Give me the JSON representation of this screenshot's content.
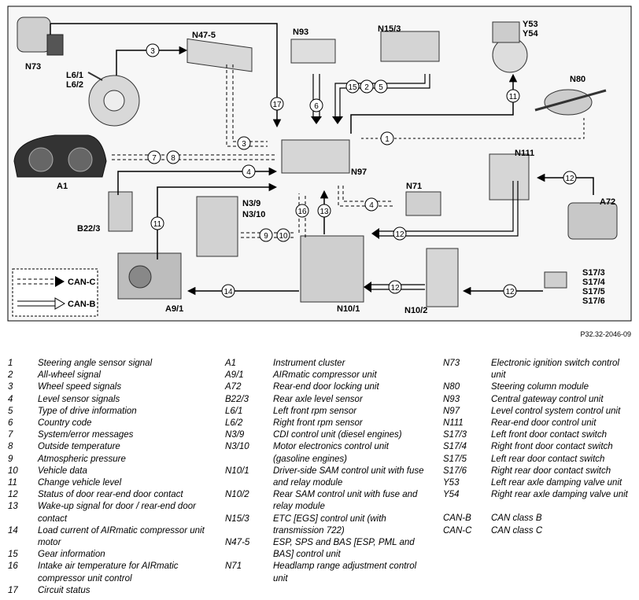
{
  "figure_ref": "P32.32-2046-09",
  "components": {
    "n73": "N73",
    "l6": "L6/1\nL6/2",
    "n47": "N47-5",
    "n93": "N93",
    "n153": "N15/3",
    "y53": "Y53",
    "y54": "Y54",
    "n80": "N80",
    "a1": "A1",
    "n97": "N97",
    "n111": "N111",
    "n71": "N71",
    "a72": "A72",
    "b223": "B22/3",
    "n39": "N3/9",
    "n310": "N3/10",
    "a91": "A9/1",
    "n101": "N10/1",
    "n102": "N10/2",
    "s17": [
      "S17/3",
      "S17/4",
      "S17/5",
      "S17/6"
    ]
  },
  "bus_legend": {
    "can_c": "CAN-C",
    "can_b": "CAN-B"
  },
  "signal_numbers": [
    "1",
    "2",
    "3",
    "4",
    "5",
    "6",
    "7",
    "8",
    "9",
    "10",
    "11",
    "12",
    "13",
    "14",
    "15",
    "16",
    "17"
  ],
  "legend_signals": [
    {
      "k": "1",
      "v": "Steering angle sensor signal"
    },
    {
      "k": "2",
      "v": "All-wheel signal"
    },
    {
      "k": "3",
      "v": "Wheel speed signals"
    },
    {
      "k": "4",
      "v": "Level sensor signals"
    },
    {
      "k": "5",
      "v": "Type of drive information"
    },
    {
      "k": "6",
      "v": "Country code"
    },
    {
      "k": "7",
      "v": "System/error messages"
    },
    {
      "k": "8",
      "v": "Outside temperature"
    },
    {
      "k": "9",
      "v": "Atmospheric pressure"
    },
    {
      "k": "10",
      "v": "Vehicle data"
    },
    {
      "k": "11",
      "v": "Change vehicle level"
    },
    {
      "k": "12",
      "v": "Status of door rear-end door contact"
    },
    {
      "k": "13",
      "v": "Wake-up signal for door / rear-end door contact"
    },
    {
      "k": "14",
      "v": "Load current of AIRmatic compressor unit motor"
    },
    {
      "k": "15",
      "v": "Gear information"
    },
    {
      "k": "16",
      "v": "Intake air temperature for AIRmatic compressor unit control"
    },
    {
      "k": "17",
      "v": "Circuit status"
    }
  ],
  "legend_units_a": [
    {
      "k": "A1",
      "v": "Instrument cluster"
    },
    {
      "k": "A9/1",
      "v": "AIRmatic compressor unit"
    },
    {
      "k": "A72",
      "v": "Rear-end door locking unit"
    },
    {
      "k": "B22/3",
      "v": "Rear axle level sensor"
    },
    {
      "k": "L6/1",
      "v": "Left front rpm sensor"
    },
    {
      "k": "L6/2",
      "v": "Right front rpm sensor"
    },
    {
      "k": "N3/9",
      "v": "CDI control unit (diesel engines)"
    },
    {
      "k": "N3/10",
      "v": "Motor electronics control unit (gasoline engines)"
    },
    {
      "k": "N10/1",
      "v": "Driver-side SAM control unit with fuse and relay module"
    },
    {
      "k": "N10/2",
      "v": "Rear SAM control unit with fuse and relay module"
    },
    {
      "k": "N15/3",
      "v": "ETC [EGS] control unit (with transmission 722)"
    },
    {
      "k": "N47-5",
      "v": "ESP, SPS and BAS [ESP, PML and BAS] control unit"
    },
    {
      "k": "N71",
      "v": "Headlamp range adjustment control unit"
    }
  ],
  "legend_units_b": [
    {
      "k": "N73",
      "v": "Electronic ignition switch control unit"
    },
    {
      "k": "N80",
      "v": "Steering column module"
    },
    {
      "k": "N93",
      "v": "Central gateway control unit"
    },
    {
      "k": "N97",
      "v": "Level control system control unit"
    },
    {
      "k": "N111",
      "v": "Rear-end door control unit"
    },
    {
      "k": "S17/3",
      "v": "Left front door contact switch"
    },
    {
      "k": "S17/4",
      "v": "Right front door contact switch"
    },
    {
      "k": "S17/5",
      "v": "Left rear door contact switch"
    },
    {
      "k": "S17/6",
      "v": "Right rear door contact switch"
    },
    {
      "k": "Y53",
      "v": "Left rear axle damping valve unit"
    },
    {
      "k": "Y54",
      "v": "Right rear axle damping valve unit"
    },
    {
      "k": "",
      "v": ""
    },
    {
      "k": "CAN-B",
      "v": "CAN class B"
    },
    {
      "k": "CAN-C",
      "v": "CAN class C"
    }
  ]
}
